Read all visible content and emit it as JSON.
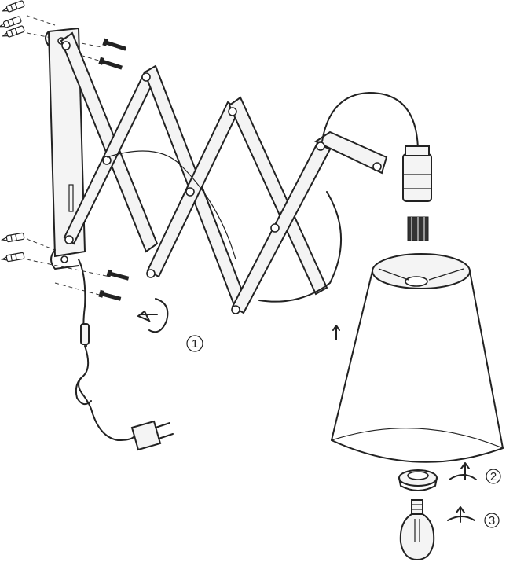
{
  "steps": [
    {
      "number": "1"
    },
    {
      "number": "2"
    },
    {
      "number": "3"
    }
  ],
  "icons": {
    "rotate_arrow": "rotate-arrow-icon",
    "up_arrow": "up-arrow-icon"
  }
}
